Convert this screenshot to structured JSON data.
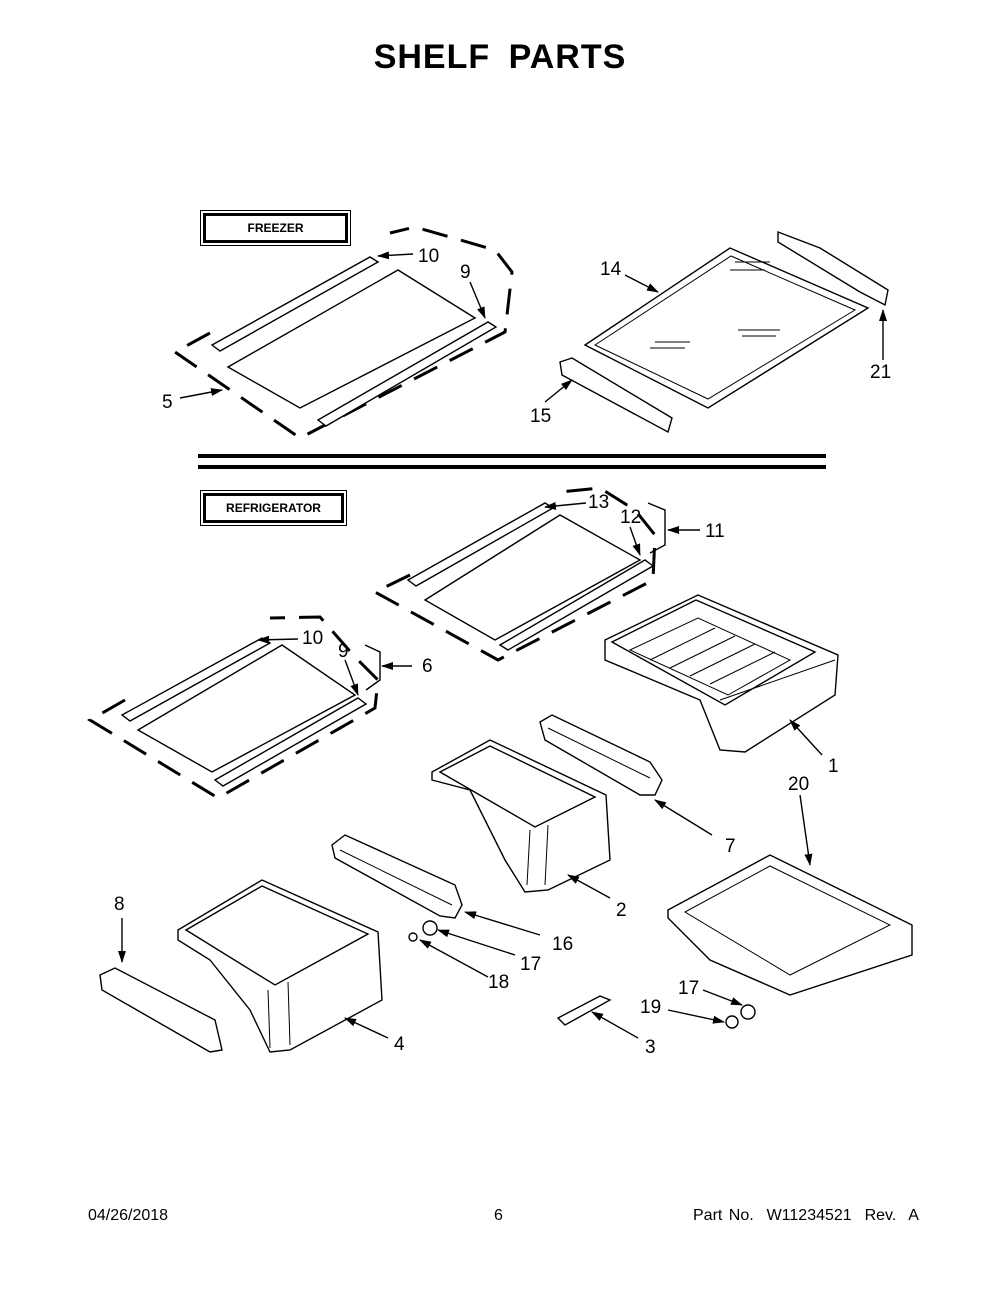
{
  "title": "SHELF PARTS",
  "sections": {
    "freezer": "FREEZER",
    "refrigerator": "REFRIGERATOR"
  },
  "callouts": {
    "c10a": "10",
    "c9a": "9",
    "c5": "5",
    "c14": "14",
    "c21": "21",
    "c15": "15",
    "c13": "13",
    "c12": "12",
    "c11": "11",
    "c10b": "10",
    "c9b": "9",
    "c6": "6",
    "c1": "1",
    "c20": "20",
    "c7": "7",
    "c2": "2",
    "c8": "8",
    "c16": "16",
    "c17a": "17",
    "c18": "18",
    "c4": "4",
    "c17b": "17",
    "c19": "19",
    "c3": "3"
  },
  "footer": {
    "date": "04/26/2018",
    "page": "6",
    "part": "Part No.  W11234521  Rev.  A"
  }
}
